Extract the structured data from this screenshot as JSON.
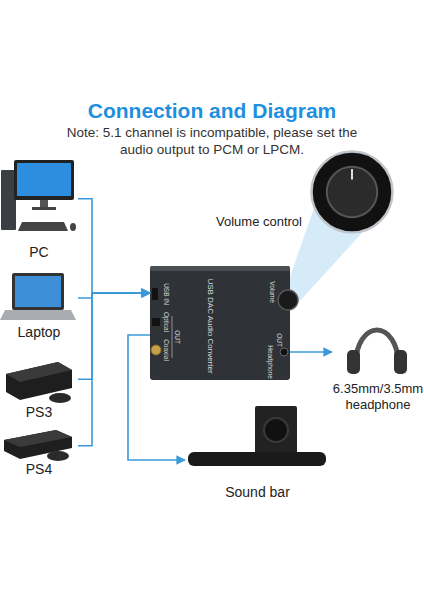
{
  "diagram": {
    "title": "Connection and Diagram",
    "nodes": [
      {
        "text": [
          "PC"
        ]
      },
      {
        "text": [
          "Laptop"
        ]
      },
      {
        "text": [
          "PS3"
        ]
      },
      {
        "text": [
          "PS4"
        ]
      },
      {
        "text": [
          "USB DAC Audio Converter"
        ]
      },
      {
        "text": [
          "Volume control"
        ]
      },
      {
        "text": [
          "6.35mm/3.5mm headphone"
        ]
      },
      {
        "text": [
          "Sound bar"
        ]
      }
    ],
    "edges": [
      {
        "from": 0,
        "to": 4,
        "arrow": "to"
      },
      {
        "from": 1,
        "to": 4,
        "arrow": "to"
      },
      {
        "from": 2,
        "to": 4,
        "arrow": "to"
      },
      {
        "from": 3,
        "to": 4,
        "arrow": "to"
      },
      {
        "from": 4,
        "to": 6,
        "arrow": "to"
      },
      {
        "from": 4,
        "to": 7,
        "arrow": "to"
      }
    ],
    "labels": [
      "Note: 5.1 channel is incompatible, please set the audio output to PCM or LPCM.",
      "USB IN",
      "Optical",
      "OUT",
      "Coaxial",
      "Volume",
      "OUT",
      "Headphone"
    ]
  }
}
